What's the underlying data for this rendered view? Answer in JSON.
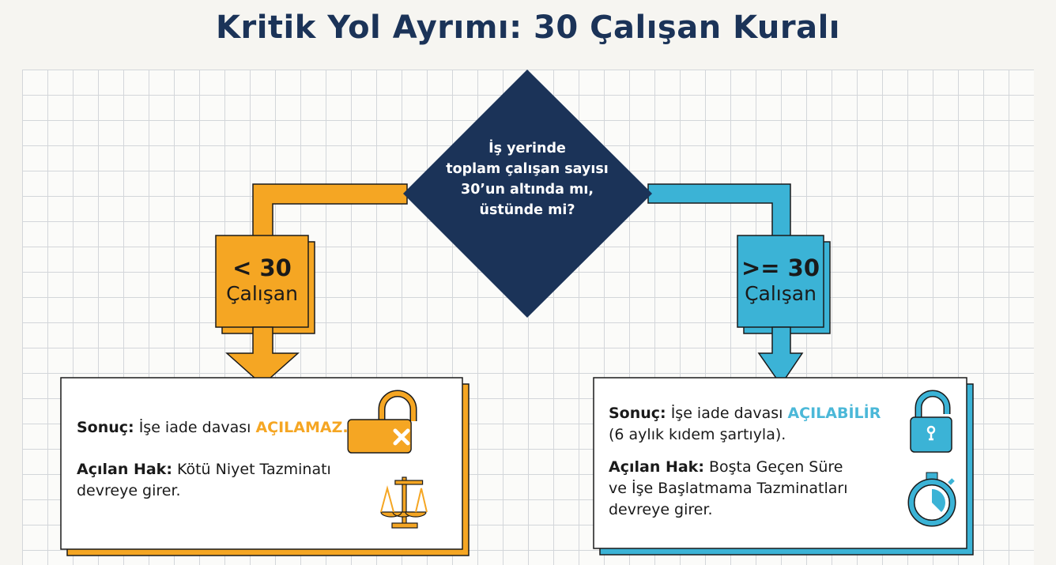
{
  "title": "Kritik Yol Ayrımı: 30 Çalışan Kuralı",
  "question": [
    "İş yerinde",
    "toplam çalışan sayısı",
    "30’un altında mı,",
    "üstünde mi?"
  ],
  "colors": {
    "navy": "#1b3358",
    "orange": "#f5a623",
    "blue": "#3bb3d6"
  },
  "left": {
    "number": "< 30",
    "label": "Çalışan",
    "result_label": "Sonuç:",
    "result_text": "İşe iade davası",
    "result_highlight": "AÇILAMAZ.",
    "right_label": "Açılan Hak:",
    "right_text": "Kötü Niyet Tazminatı devreye girer.",
    "icons": [
      "lock-x-icon",
      "scales-icon"
    ]
  },
  "right": {
    "number": ">= 30",
    "label": "Çalışan",
    "result_label": "Sonuç:",
    "result_text": "İşe iade davası",
    "result_highlight": "AÇILABİLİR",
    "result_note": "(6 aylık kıdem şartıyla).",
    "right_label": "Açılan Hak:",
    "right_text_1": "Boşta Geçen Süre",
    "right_text_2": "ve İşe Başlatmama Tazminatları",
    "right_text_3": "devreye girer.",
    "icons": [
      "unlock-icon",
      "stopwatch-icon"
    ]
  }
}
